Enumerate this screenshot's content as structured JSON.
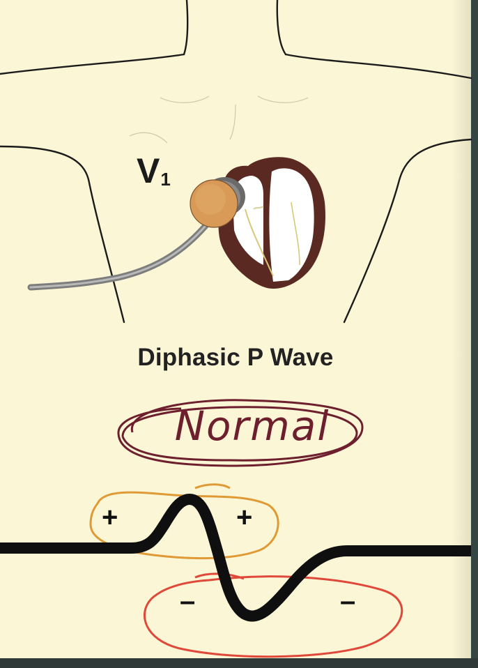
{
  "lead": {
    "letter": "V",
    "subscript": "1"
  },
  "title": "Diphasic P Wave",
  "annotation": "Normal",
  "signs": {
    "positive_left": "+",
    "positive_right": "+",
    "negative_left": "–",
    "negative_right": "–"
  },
  "icons": [
    "electrode-icon",
    "heart-icon"
  ],
  "colors": {
    "page": "#fbf6d6",
    "outline": "#1b1b1b",
    "heart_wall": "#5a2a22",
    "electrode": "#d89a56",
    "annotation": "#6e1f2e",
    "positive_circle": "#e09a35",
    "negative_circle": "#e0483a"
  }
}
